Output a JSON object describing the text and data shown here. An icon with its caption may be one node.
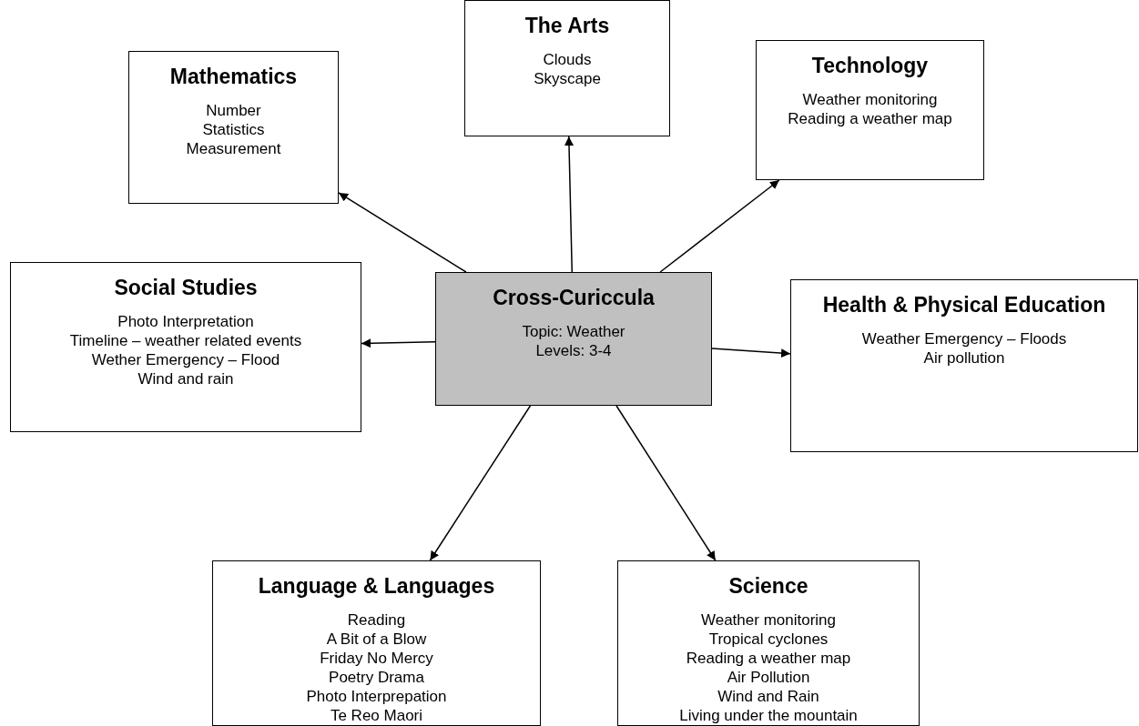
{
  "diagram": {
    "nodes": [
      {
        "text": [
          "Cross-Curiccula",
          "Topic: Weather",
          "Levels: 3-4"
        ]
      },
      {
        "text": [
          "Mathematics",
          "Number",
          "Statistics",
          "Measurement"
        ]
      },
      {
        "text": [
          "The Arts",
          "Clouds",
          "Skyscape"
        ]
      },
      {
        "text": [
          "Technology",
          "Weather monitoring",
          "Reading a weather map"
        ]
      },
      {
        "text": [
          "Social Studies",
          "Photo Interpretation",
          "Timeline – weather related events",
          "Wether Emergency – Flood",
          "Wind and rain"
        ]
      },
      {
        "text": [
          "Health & Physical Education",
          "Weather Emergency – Floods",
          "Air pollution"
        ]
      },
      {
        "text": [
          "Language & Languages",
          "Reading",
          "A Bit of a Blow",
          "Friday No Mercy",
          "Poetry Drama",
          "Photo Interprepation",
          "Te Reo Maori"
        ]
      },
      {
        "text": [
          "Science",
          "Weather monitoring",
          "Tropical cyclones",
          "Reading a weather map",
          "Air Pollution",
          "Wind and Rain",
          "Living under the mountain"
        ]
      }
    ],
    "edges": [
      {
        "from": 0,
        "to": 1,
        "arrow": "to"
      },
      {
        "from": 0,
        "to": 2,
        "arrow": "to"
      },
      {
        "from": 0,
        "to": 3,
        "arrow": "to"
      },
      {
        "from": 0,
        "to": 4,
        "arrow": "to"
      },
      {
        "from": 0,
        "to": 5,
        "arrow": "to"
      },
      {
        "from": 0,
        "to": 6,
        "arrow": "to"
      },
      {
        "from": 0,
        "to": 7,
        "arrow": "to"
      }
    ]
  }
}
